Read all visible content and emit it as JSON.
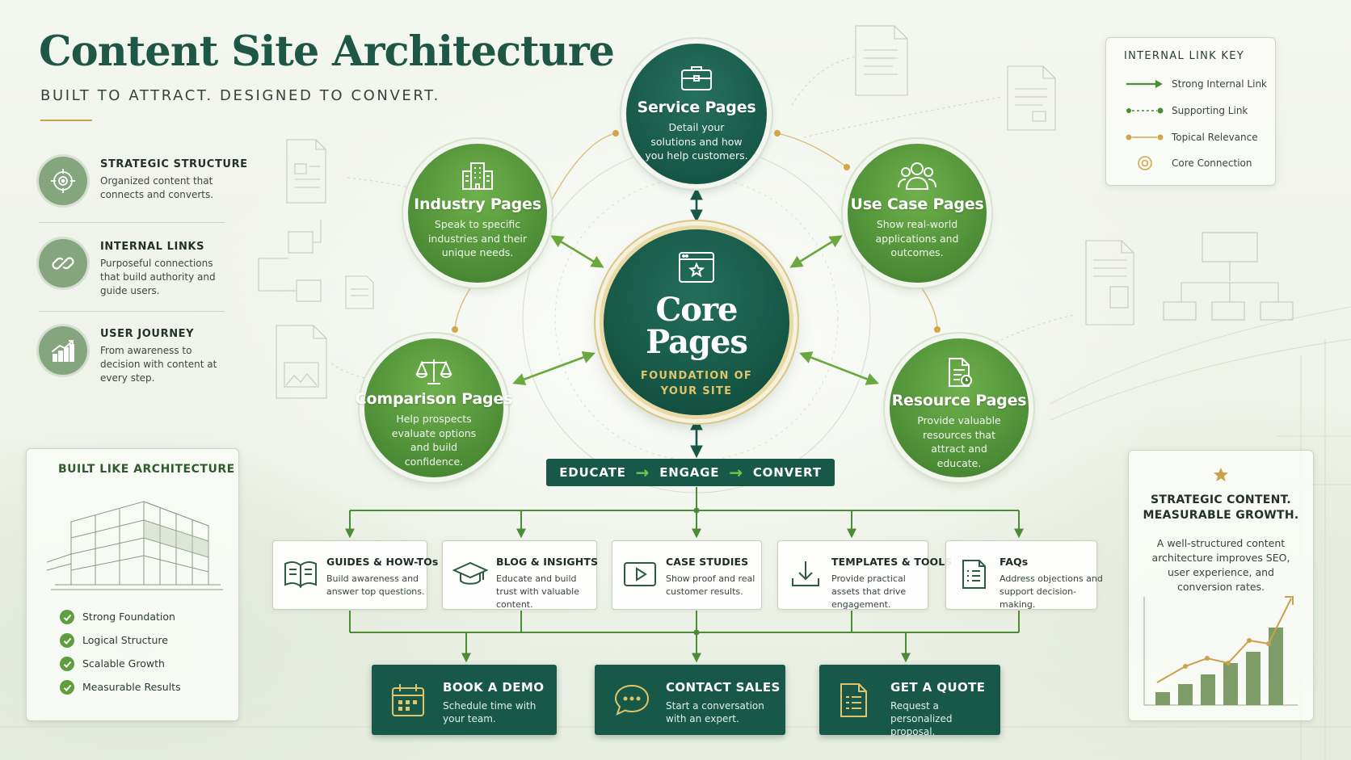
{
  "header": {
    "title": "Content Site Architecture",
    "subtitle": "BUILT TO ATTRACT. DESIGNED TO CONVERT."
  },
  "features": [
    {
      "icon": "target-icon",
      "title": "STRATEGIC STRUCTURE",
      "desc": "Organized content that connects and converts."
    },
    {
      "icon": "link-icon",
      "title": "INTERNAL LINKS",
      "desc": "Purposeful connections that build authority and guide users."
    },
    {
      "icon": "growth-chart-icon",
      "title": "USER JOURNEY",
      "desc": "From awareness to decision with content at every step."
    }
  ],
  "architecture": {
    "title": "BUILT LIKE ARCHITECTURE",
    "items": [
      "Strong Foundation",
      "Logical Structure",
      "Scalable Growth",
      "Measurable Results"
    ]
  },
  "legend": {
    "title": "INTERNAL LINK KEY",
    "items": [
      {
        "label": "Strong Internal Link",
        "type": "strong"
      },
      {
        "label": "Supporting Link",
        "type": "supporting"
      },
      {
        "label": "Topical Relevance",
        "type": "topical"
      },
      {
        "label": "Core Connection",
        "type": "core"
      }
    ]
  },
  "core": {
    "title_line1": "Core",
    "title_line2": "Pages",
    "subtitle_line1": "FOUNDATION OF",
    "subtitle_line2": "YOUR SITE"
  },
  "nodes": {
    "service": {
      "title": "Service Pages",
      "desc": "Detail your solutions and how you help customers."
    },
    "industry": {
      "title": "Industry Pages",
      "desc": "Speak to specific industries and their unique needs."
    },
    "usecase": {
      "title": "Use Case Pages",
      "desc": "Show real-world applications and outcomes."
    },
    "comparison": {
      "title": "Comparison Pages",
      "desc": "Help prospects evaluate options and build confidence."
    },
    "resource": {
      "title": "Resource Pages",
      "desc": "Provide valuable resources that attract and educate."
    }
  },
  "banner": {
    "steps": [
      "EDUCATE",
      "ENGAGE",
      "CONVERT"
    ]
  },
  "content_boxes": [
    {
      "icon": "book-icon",
      "title": "GUIDES & HOW-TOs",
      "desc": "Build awareness and answer top questions."
    },
    {
      "icon": "graduation-cap-icon",
      "title": "BLOG & INSIGHTS",
      "desc": "Educate and build trust with valuable content."
    },
    {
      "icon": "play-icon",
      "title": "CASE STUDIES",
      "desc": "Show proof and real customer results."
    },
    {
      "icon": "download-icon",
      "title": "TEMPLATES & TOOLS",
      "desc": "Provide practical assets that drive engagement."
    },
    {
      "icon": "checklist-icon",
      "title": "FAQs",
      "desc": "Address objections and support decision-making."
    }
  ],
  "ctas": [
    {
      "icon": "calendar-icon",
      "title": "BOOK A DEMO",
      "desc": "Schedule time with your team."
    },
    {
      "icon": "chat-icon",
      "title": "CONTACT SALES",
      "desc": "Start a conversation with an expert."
    },
    {
      "icon": "quote-document-icon",
      "title": "GET A QUOTE",
      "desc": "Request a personalized proposal."
    }
  ],
  "growth": {
    "title_line1": "STRATEGIC CONTENT.",
    "title_line2": "MEASURABLE GROWTH.",
    "desc": "A well-structured content architecture improves SEO, user experience, and conversion rates."
  },
  "colors": {
    "brand_teal": "#175848",
    "brand_green": "#4c8c35",
    "accent_gold": "#c9a24d",
    "arrow_green": "#6aa83e"
  }
}
